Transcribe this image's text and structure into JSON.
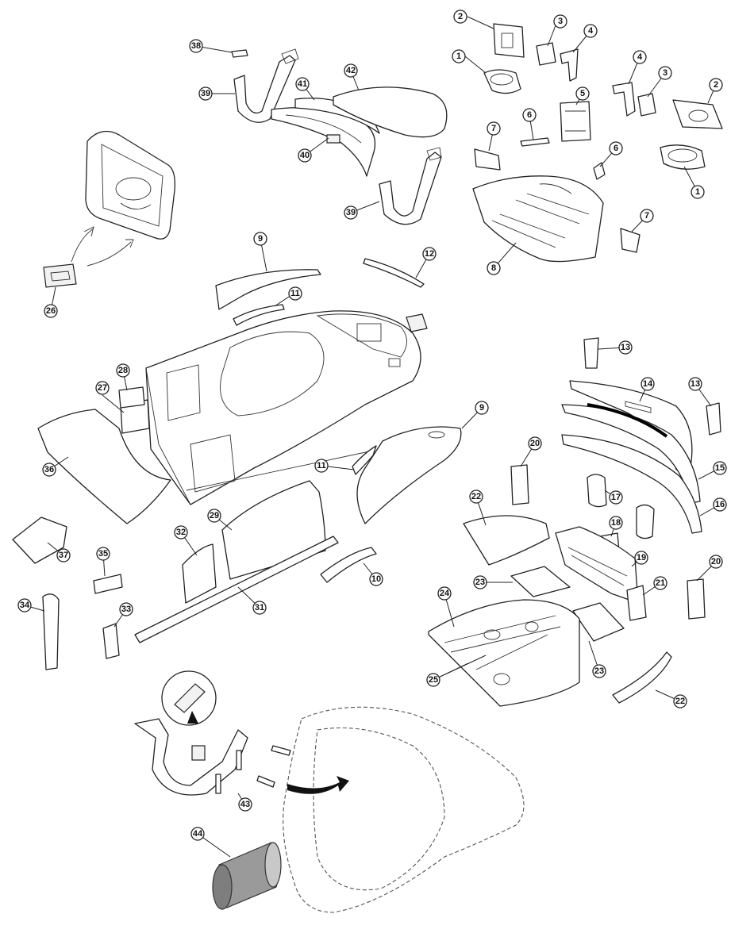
{
  "callouts": [
    "1",
    "2",
    "3",
    "4",
    "5",
    "6",
    "7",
    "8",
    "9",
    "10",
    "11",
    "12",
    "13",
    "14",
    "15",
    "16",
    "17",
    "18",
    "19",
    "20",
    "21",
    "22",
    "23",
    "24",
    "25",
    "26",
    "27",
    "28",
    "29",
    "31",
    "32",
    "33",
    "34",
    "35",
    "36",
    "37",
    "38",
    "39",
    "40",
    "41",
    "42",
    "43",
    "44"
  ],
  "colors": {
    "ink": "#222222",
    "paper": "#ffffff",
    "sleeve": "#9a9a9a"
  }
}
